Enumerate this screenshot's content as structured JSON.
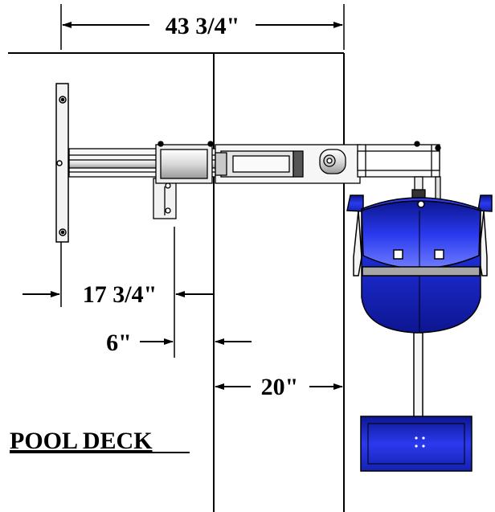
{
  "dimensions": {
    "overall_width": "43 3/4\"",
    "mount_offset": "17 3/4\"",
    "edge_offset": "6\"",
    "deck_width": "20\""
  },
  "area_label": "POOL DECK",
  "colors": {
    "line": "#000000",
    "metal_light": "#f2f2f2",
    "metal_mid": "#c8c8c8",
    "seat_blue": "#1f2fd6",
    "seat_blue_dark": "#0a1480",
    "seat_highlight": "#6f7cff"
  },
  "icons": [
    "arrow-left-icon",
    "arrow-right-icon"
  ]
}
